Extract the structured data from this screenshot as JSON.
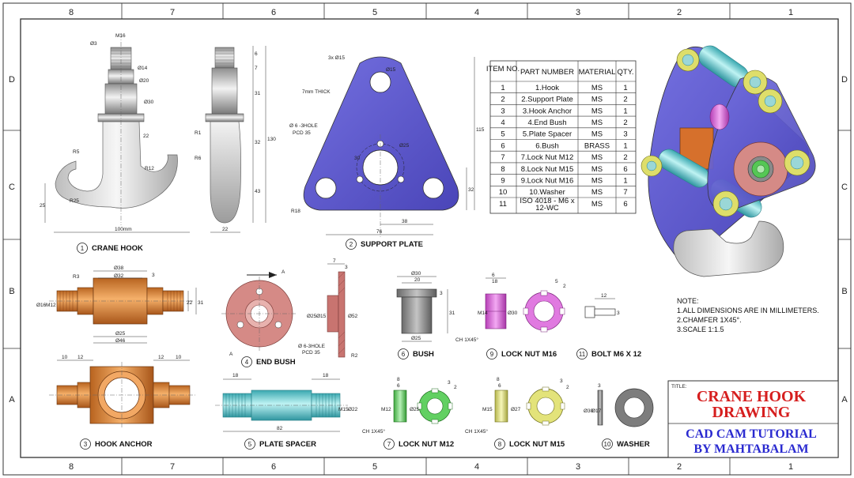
{
  "zones": {
    "columns": [
      "8",
      "7",
      "6",
      "5",
      "4",
      "3",
      "2",
      "1"
    ],
    "rows": [
      "D",
      "C",
      "B",
      "A"
    ]
  },
  "crane_hook": {
    "number": "1",
    "label": "CRANE HOOK",
    "dims": {
      "m16": "M16",
      "d3": "Ø3",
      "d14": "Ø14",
      "d20": "Ø20",
      "d30": "Ø30",
      "r5": "R5",
      "r12": "R12",
      "r25": "R25",
      "v22": "22",
      "v25": "25",
      "w100": "100mm",
      "s6": "6",
      "s7": "7",
      "s31": "31",
      "s32": "32",
      "s43": "43",
      "s130": "130",
      "r1": "R1",
      "r6": "R6",
      "b22": "22"
    }
  },
  "support_plate": {
    "number": "2",
    "label": "SUPPORT PLATE",
    "dims": {
      "holes": "3x Ø15",
      "thick": "7mm THICK",
      "hole6": "Ø 6 -3HOLE",
      "pcd": "PCD 35",
      "d25": "Ø25",
      "d30": "30",
      "h115": "115",
      "h32": "32",
      "w38": "38",
      "w76": "76",
      "r18": "R18",
      "d15": "Ø15"
    }
  },
  "parts_table": {
    "headers": [
      "ITEM NO.",
      "PART NUMBER",
      "MATERIAL",
      "QTY."
    ],
    "rows": [
      [
        "1",
        "1.Hook",
        "MS",
        "1"
      ],
      [
        "2",
        "2.Support Plate",
        "MS",
        "2"
      ],
      [
        "3",
        "3.Hook Anchor",
        "MS",
        "1"
      ],
      [
        "4",
        "4.End Bush",
        "MS",
        "2"
      ],
      [
        "5",
        "5.Plate Spacer",
        "MS",
        "3"
      ],
      [
        "6",
        "6.Bush",
        "BRASS",
        "1"
      ],
      [
        "7",
        "7.Lock Nut M12",
        "MS",
        "2"
      ],
      [
        "8",
        "8.Lock Nut M15",
        "MS",
        "6"
      ],
      [
        "9",
        "9.Lock Nut M16",
        "MS",
        "1"
      ],
      [
        "10",
        "10.Washer",
        "MS",
        "7"
      ],
      [
        "11",
        "ISO 4018 - M6 x 12-WC",
        "MS",
        "6"
      ]
    ]
  },
  "hook_anchor": {
    "number": "3",
    "label": "HOOK ANCHOR",
    "dims": {
      "r3": "R3",
      "d38": "Ø38",
      "d32": "Ø32",
      "s3": "3",
      "d16": "Ø16",
      "m12": "M12",
      "s22": "22",
      "s31": "31",
      "d25": "Ø25",
      "s46": "Ø46",
      "t10a": "10",
      "t12a": "12",
      "t12b": "12",
      "t10b": "10"
    }
  },
  "end_bush": {
    "number": "4",
    "label": "END BUSH",
    "dims": {
      "a": "A",
      "s7": "7",
      "s3": "3",
      "d25": "Ø25",
      "d15": "Ø15",
      "d52": "Ø52",
      "hole": "Ø 6-3HOLE",
      "pcd": "PCD 35",
      "r2": "R2"
    }
  },
  "plate_spacer": {
    "number": "5",
    "label": "PLATE SPACER",
    "dims": {
      "s18a": "18",
      "s18b": "18",
      "m15": "M15",
      "d22": "Ø22",
      "s82": "82"
    }
  },
  "bush": {
    "number": "6",
    "label": "BUSH",
    "dims": {
      "d30": "Ø30",
      "s20": "20",
      "s3": "3",
      "s31": "31",
      "d25": "Ø25"
    }
  },
  "lock_m16": {
    "number": "9",
    "label": "LOCK NUT M16",
    "dims": {
      "s6": "6",
      "s18": "18",
      "m14": "M14",
      "d30": "Ø30",
      "s2": "2",
      "s5": "5",
      "ch": "CH 1X45°"
    }
  },
  "bolt": {
    "number": "11",
    "label": "BOLT M6 X 12",
    "dims": {
      "s12": "12",
      "s3": "3"
    }
  },
  "lock_m12": {
    "number": "7",
    "label": "LOCK NUT M12",
    "dims": {
      "s8": "8",
      "s6": "6",
      "m12": "M12",
      "d25": "Ø25",
      "s3": "3",
      "s2": "2",
      "ch": "CH 1X45°"
    }
  },
  "lock_m15": {
    "number": "8",
    "label": "LOCK NUT M15",
    "dims": {
      "s8": "8",
      "s6": "6",
      "m15": "M15",
      "d27": "Ø27",
      "s3": "3",
      "s2": "2",
      "ch": "CH 1X45°"
    }
  },
  "washer": {
    "number": "10",
    "label": "WASHER",
    "dims": {
      "s3": "3",
      "d30": "Ø30",
      "d17": "Ø17"
    }
  },
  "notes": {
    "heading": "NOTE:",
    "lines": [
      "1.ALL DIMENSIONS ARE IN MILLIMETERS.",
      "2.CHAMFER 1X45°.",
      "3.SCALE 1:1.5"
    ]
  },
  "title_block": {
    "caption": "TITLE:",
    "title_line1": "CRANE HOOK",
    "title_line2": "DRAWING",
    "tutorial_line1": "CAD CAM TUTORIAL",
    "tutorial_line2": "BY MAHTABALAM"
  },
  "colors": {
    "hook": "#d9d9d9",
    "plate": "#5a55c8",
    "anchor": "#d98a3c",
    "endbush": "#d58a86",
    "spacer": "#5fd0d0",
    "bush": "#8f8f8f",
    "m16": "#d86ad8",
    "m12": "#62d062",
    "m15": "#e3e37a",
    "washer": "#7d7d7d",
    "title_red": "#d61e1e",
    "title_blue": "#2a2ad0"
  }
}
